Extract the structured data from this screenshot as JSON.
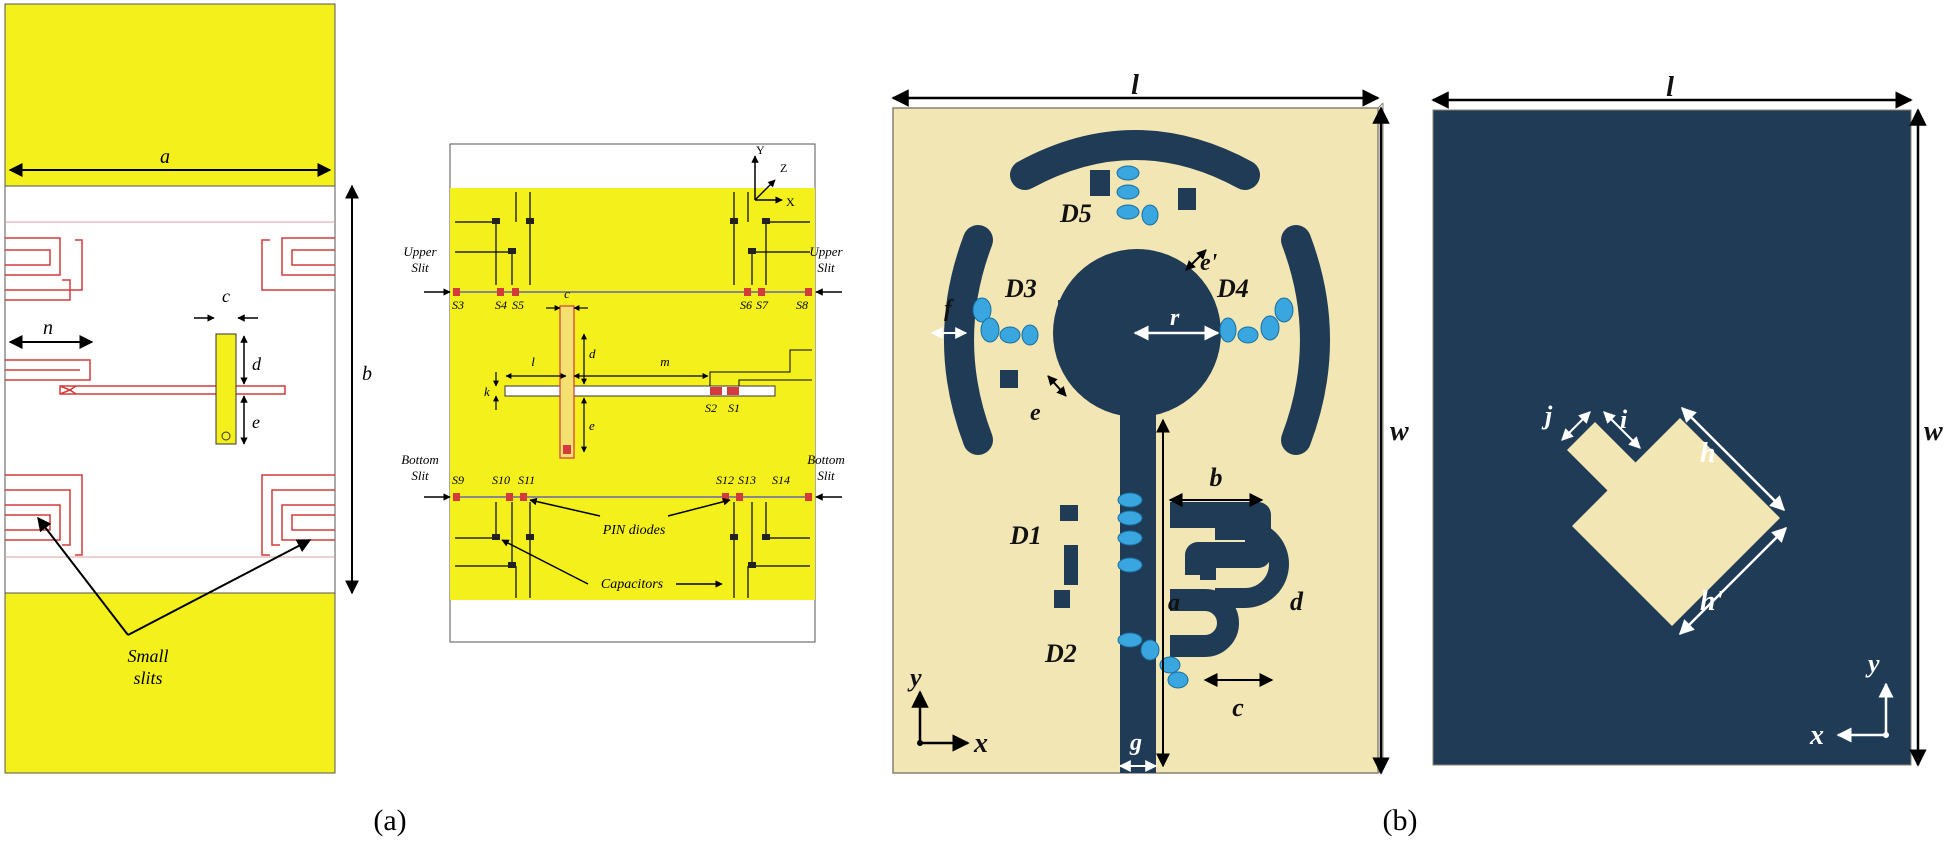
{
  "colors": {
    "gold": "#f4f01c",
    "cream": "#f3e6b5",
    "navy": "#1f3b55",
    "diode": "#39a6e0",
    "red": "#d43b3b"
  },
  "panel_a": {
    "caption": "(a)",
    "left": {
      "dim_a": "a",
      "dim_b": "b",
      "dim_c": "c",
      "dim_d": "d",
      "dim_e": "e",
      "dim_n": "n",
      "small_slits": "Small",
      "small_slits_2": "slits"
    },
    "right": {
      "axis_x": "X",
      "axis_y": "Y",
      "axis_z": "Z",
      "upper_slit_left": "Upper",
      "upper_slit_left_2": "Slit",
      "upper_slit_right": "Upper",
      "upper_slit_right_2": "Slit",
      "bottom_slit_left": "Bottom",
      "bottom_slit_left_2": "Slit",
      "bottom_slit_right": "Bottom",
      "bottom_slit_right_2": "Slit",
      "s3": "S3",
      "s4": "S4",
      "s5": "S5",
      "s6": "S6",
      "s7": "S7",
      "s8": "S8",
      "s9": "S9",
      "s10": "S10",
      "s11": "S11",
      "s12": "S12",
      "s13": "S13",
      "s14": "S14",
      "s1": "S1",
      "s2": "S2",
      "dim_c": "c",
      "dim_d": "d",
      "dim_e": "e",
      "dim_k": "k",
      "dim_l": "l",
      "dim_m": "m",
      "pin_diodes": "PIN diodes",
      "capacitors": "Capacitors"
    }
  },
  "panel_b": {
    "caption": "(b)",
    "front": {
      "dim_l": "l",
      "dim_w": "w",
      "d1": "D1",
      "d2": "D2",
      "d3": "D3",
      "d4": "D4",
      "d5": "D5",
      "dim_a": "a",
      "dim_b": "b",
      "dim_c": "c",
      "dim_d": "d",
      "dim_e": "e",
      "dim_e_prime": "e'",
      "dim_f": "f",
      "dim_g": "g",
      "dim_r": "r",
      "axis_x": "x",
      "axis_y": "y"
    },
    "back": {
      "dim_l": "l",
      "dim_w": "w",
      "dim_h": "h",
      "dim_h_prime": "h'",
      "dim_i": "i",
      "dim_j": "j",
      "axis_x": "x",
      "axis_y": "y"
    }
  }
}
